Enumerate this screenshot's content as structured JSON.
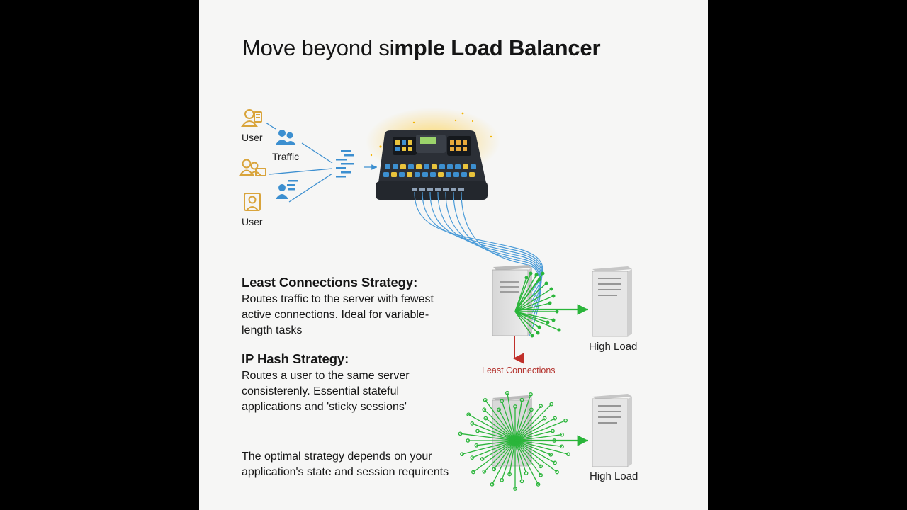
{
  "title": {
    "regular": "Move beyond si",
    "bold": "mple Load Balancer"
  },
  "diagram": {
    "user_top_label": "User",
    "traffic_label": "Traffic",
    "user_bottom_label": "User",
    "high_load_top": "High Load",
    "least_connections_label": "Least Connections",
    "high_load_bottom": "High Load"
  },
  "least_connections": {
    "heading": "Least Connections Strategy:",
    "body": "Routes traffic to the server with fewest active connections. Ideal for variable-length tasks"
  },
  "ip_hash": {
    "heading": "IP Hash Strategy:",
    "body": "Routes a user to the same server consisterenly. Essential stateful applications and 'sticky sessions'"
  },
  "note": "The optimal strategy depends on your application's state and session requirents",
  "icons": [
    "user-card-icon",
    "users-icon",
    "users-card-icon",
    "user-chat-icon",
    "user-badge-icon",
    "queue-icon",
    "load-balancer-device",
    "server-icon"
  ],
  "colors": {
    "user_icon": "#d9a43b",
    "traffic_blue": "#3c8fd0",
    "green": "#2ab53a",
    "red": "#c0302a",
    "device_dark": "#2b2f36"
  }
}
